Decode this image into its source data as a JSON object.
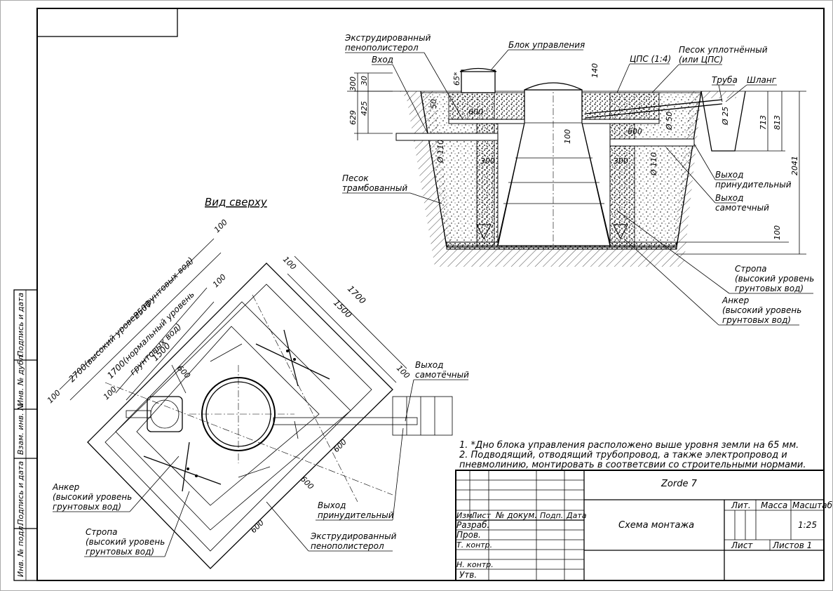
{
  "titles": {
    "top_view": "Вид сверху",
    "company": "Zorde 7",
    "drawing": "Схема монтажа",
    "scale": "1:25",
    "sheets_label": "Листов 1",
    "sheet_label": "Лист"
  },
  "stamp_headers": {
    "izm": "Изм.",
    "list": "Лист",
    "doc": "№ докум.",
    "sign": "Подп.",
    "date": "Дата",
    "razrab": "Разраб.",
    "prov": "Пров.",
    "tkontr": "Т. контр.",
    "nkontr": "Н. контр.",
    "utv": "Утв.",
    "lit": "Лит.",
    "massa": "Масса",
    "masshtab": "Масштаб"
  },
  "side_strip": {
    "inv_podl": "Инв. № подл.",
    "podp_data_1": "Подпись и дата",
    "vzam": "Взам. инв. №",
    "inv_dubl": "Инв. № дубл.",
    "podp_data_2": "Подпись и дата"
  },
  "notes": {
    "n1": "1.    *Дно блока управления расположено выше уровня земли на 65 мм.",
    "n2": "2.    Подводящий, отводящий трубопровод, а также электропровод и",
    "n3": "пневмолинию, монтировать в соответсвии со строительными нормами."
  },
  "section_labels": {
    "eps": "Экструдированный",
    "eps2": "пенополистерол",
    "inlet": "Вход",
    "control": "Блок управления",
    "cps": "ЦПС (1:4)",
    "sand1": "Песок уплотнённый",
    "sand2": "(или ЦПС)",
    "pipe": "Труба",
    "hose": "Шланг",
    "sand_tamp1": "Песок",
    "sand_tamp2": "трамбованный",
    "out_forced1": "Выход",
    "out_forced2": "принудительный",
    "out_grav1": "Выход",
    "out_grav2": "самотечный",
    "strap1": "Стропа",
    "strap2": "(высокий уровень",
    "strap3": "грунтовых вод)",
    "anchor1": "Анкер",
    "anchor2": "(высокий уровень",
    "anchor3": "грунтовых вод)"
  },
  "section_dims": {
    "d300": "300",
    "d30": "30",
    "d629": "629",
    "d425": "425",
    "d65": "65*",
    "d140": "140",
    "d50a": "50",
    "d600a": "600",
    "d100": "100",
    "d600b": "600",
    "d110a": "Ø 110",
    "d300b": "300",
    "d300c": "300",
    "d110b": "Ø 110",
    "d50b": "Ø 50",
    "d25": "Ø 25",
    "d713": "713",
    "d813": "813",
    "d2041": "2041",
    "d100b": "100"
  },
  "top_view_labels": {
    "d2700": "2700(высокий уровень грунтовых вод)",
    "d2500": "2500",
    "d1700n": "1700(нормальный уровень",
    "d1700n2": "грунтовых вод)",
    "d1500": "1500",
    "d100a": "100",
    "d100b": "100",
    "d100c": "100",
    "d100d": "100",
    "d100e": "100",
    "d100f": "100",
    "d1700": "1700",
    "d1500b": "1500",
    "d600a": "600",
    "d600b": "600",
    "d600c": "600",
    "d600d": "600",
    "out_grav1": "Выход",
    "out_grav2": "самотёчный",
    "anchor1": "Анкер",
    "anchor2": "(высокий уровень",
    "anchor3": "грунтовых вод)",
    "strap1": "Стропа",
    "strap2": "(высокий уровень",
    "strap3": "грунтовых вод)",
    "out_forced1": "Выход",
    "out_forced2": "принудительный",
    "eps1": "Экструдированный",
    "eps2": "пенополистерол"
  }
}
